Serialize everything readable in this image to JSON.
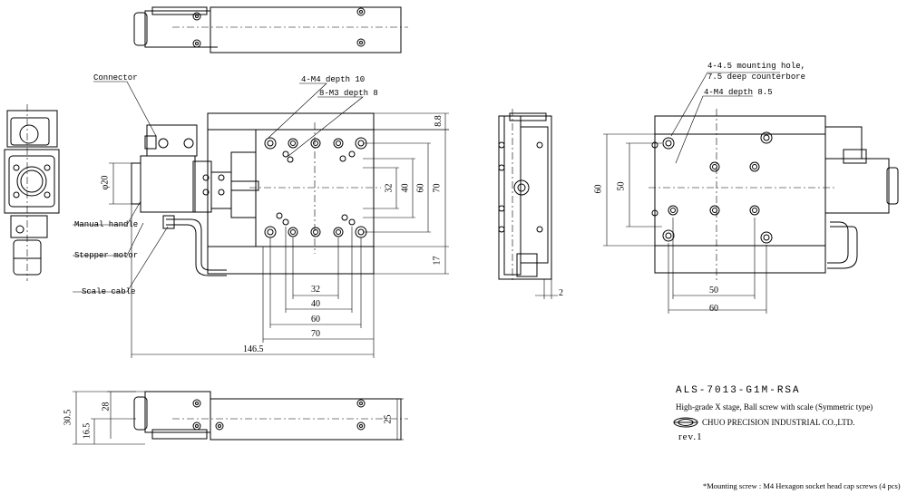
{
  "callouts": {
    "connector": "Connector",
    "manual_handle": "Manual handle",
    "stepper_motor": "Stepper motor",
    "scale_cable": "Scale cable",
    "m4_depth10": "4-M4 depth 10",
    "m3_depth8": "8-M3 depth 8",
    "mounting_hole_1": "4-4.5 mounting hole,",
    "mounting_hole_2": "7.5 deep counterbore",
    "m4_depth85": "4-M4 depth 8.5"
  },
  "dims": {
    "phi20": "φ20",
    "d8_8": "8.8",
    "d32v": "32",
    "d40v": "40",
    "d60v": "60",
    "d70v": "70",
    "d17": "17",
    "d32h": "32",
    "d40h": "40",
    "d60h": "60",
    "d70h": "70",
    "d146_5": "146.5",
    "d2": "2",
    "r60v": "60",
    "r50v": "50",
    "r50h": "50",
    "r60h": "60",
    "b30_5": "30.5",
    "b28": "28",
    "b16_5": "16.5",
    "b25": "25"
  },
  "title_block": {
    "model": "ALS-7013-G1M-RSA",
    "description": "High-grade X stage, Ball screw with scale (Symmetric type)",
    "company": "CHUO PRECISION INDUSTRIAL CO.,LTD.",
    "revision": "rev.1",
    "note": "*Mounting screw : M4 Hexagon socket head cap screws (4 pcs)"
  }
}
